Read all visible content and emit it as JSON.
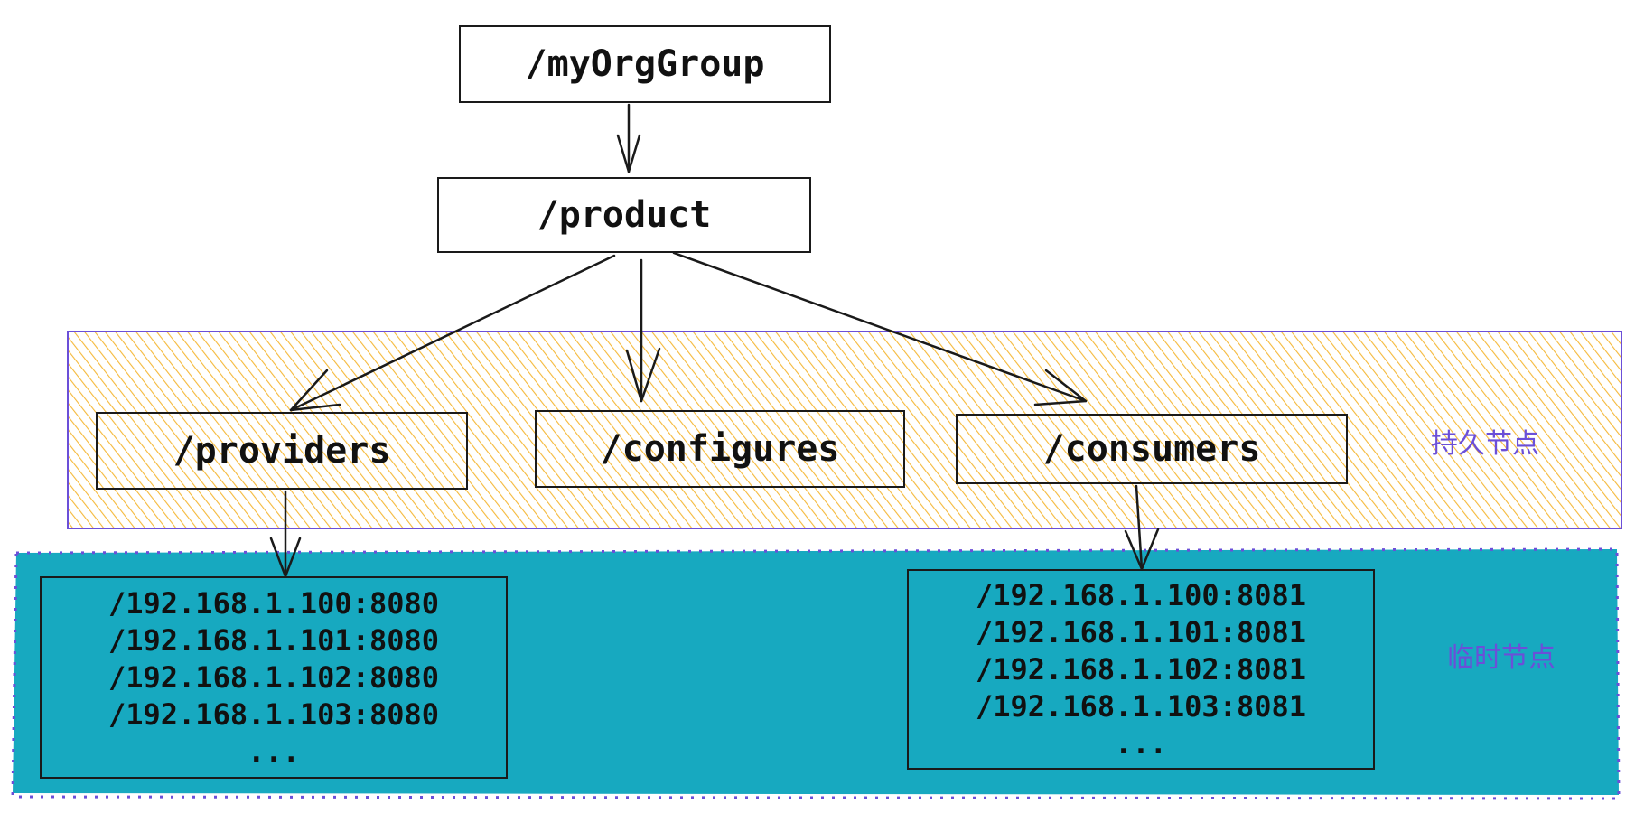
{
  "colors": {
    "persistent_fill": "#f5b93a",
    "persistent_border": "#6b4fd8",
    "ephemeral_fill": "#17a9c0",
    "ephemeral_border": "#6b4fd8",
    "node_border": "#1a1a1a",
    "label": "#6b4fd8"
  },
  "nodes": {
    "root": "/myOrgGroup",
    "product": "/product",
    "providers": "/providers",
    "configures": "/configures",
    "consumers": "/consumers"
  },
  "zones": {
    "persistent_label": "持久节点",
    "ephemeral_label": "临时节点"
  },
  "provider_instances": [
    "/192.168.1.100:8080",
    "/192.168.1.101:8080",
    "/192.168.1.102:8080",
    "/192.168.1.103:8080",
    "..."
  ],
  "consumer_instances": [
    "/192.168.1.100:8081",
    "/192.168.1.101:8081",
    "/192.168.1.102:8081",
    "/192.168.1.103:8081",
    "..."
  ]
}
